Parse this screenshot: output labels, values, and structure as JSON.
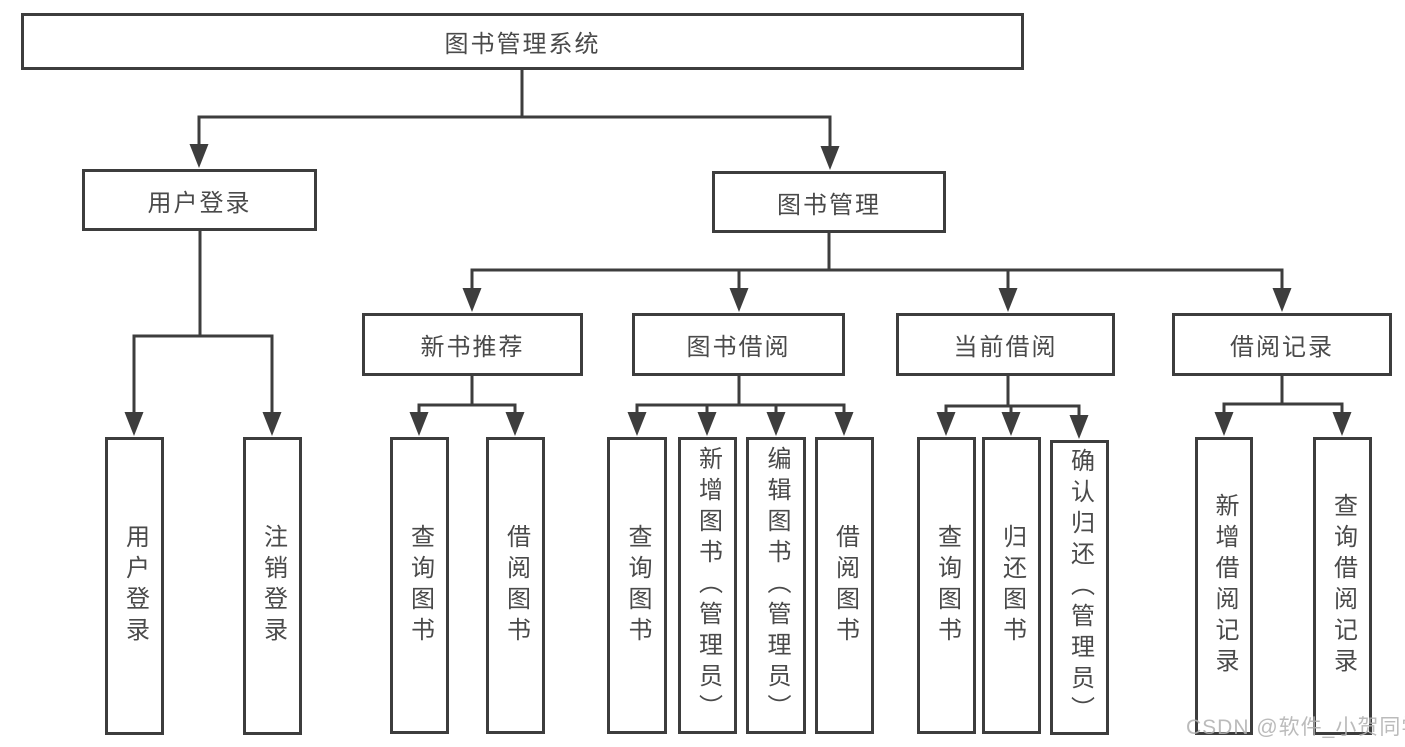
{
  "diagram": {
    "root": {
      "label": "图书管理系统"
    },
    "level2": {
      "user_login": {
        "label": "用户登录"
      },
      "book_mgmt": {
        "label": "图书管理"
      }
    },
    "level3": {
      "new_book_rec": {
        "label": "新书推荐"
      },
      "book_borrow": {
        "label": "图书借阅"
      },
      "current_borrow": {
        "label": "当前借阅"
      },
      "borrow_record": {
        "label": "借阅记录"
      }
    },
    "leaves": {
      "user_login": {
        "label": "用户登录"
      },
      "logout": {
        "label": "注销登录"
      },
      "query_book_rec": {
        "label": "查询图书"
      },
      "borrow_book_rec": {
        "label": "借阅图书"
      },
      "query_book_borrow": {
        "label": "查询图书"
      },
      "add_book_admin": {
        "label": "新增图书（管理员）"
      },
      "edit_book_admin": {
        "label": "编辑图书（管理员）"
      },
      "borrow_book_borrow": {
        "label": "借阅图书"
      },
      "query_book_current": {
        "label": "查询图书"
      },
      "return_book": {
        "label": "归还图书"
      },
      "confirm_return_admin": {
        "label": "确认归还（管理员）"
      },
      "add_borrow_record": {
        "label": "新增借阅记录"
      },
      "query_borrow_record": {
        "label": "查询借阅记录"
      }
    }
  },
  "watermark": {
    "text": "CSDN @软件_小贺同学"
  },
  "colors": {
    "line": "#3d3d3d",
    "box_border": "#3d3d3d",
    "text": "#4a4a4a",
    "watermark": "#b2b2b2",
    "background": "#ffffff"
  }
}
